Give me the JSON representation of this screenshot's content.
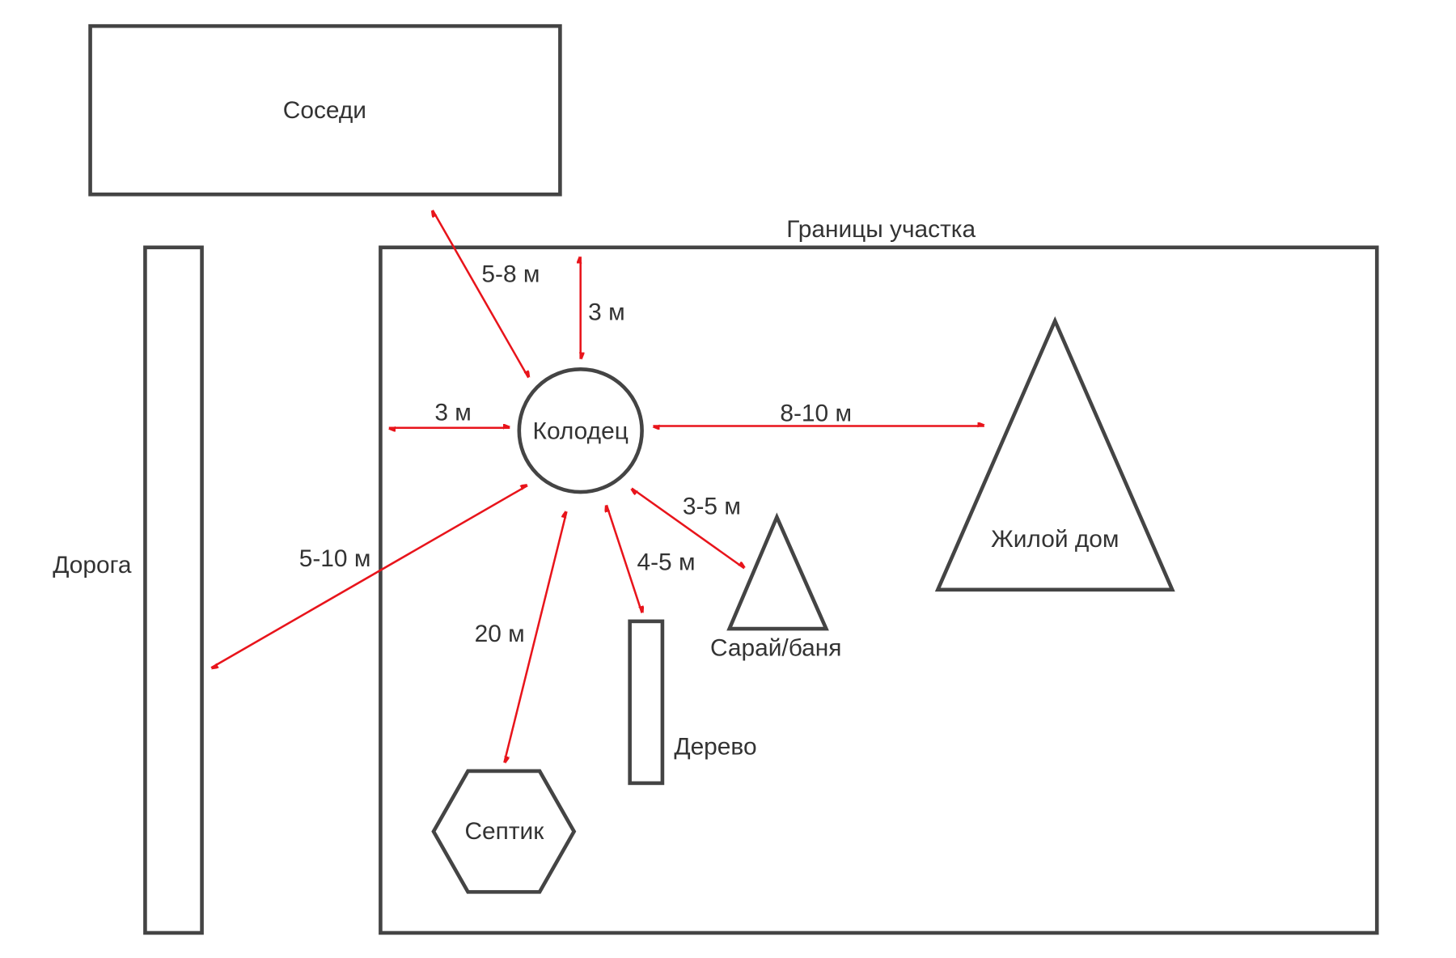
{
  "title": "Схема размещения колодца",
  "objects": {
    "neighbors": "Соседи",
    "plot_bounds": "Границы участка",
    "road": "Дорога",
    "well": "Колодец",
    "house": "Жилой дом",
    "shed": "Сарай/баня",
    "tree": "Дерево",
    "septic": "Септик"
  },
  "distances": {
    "neighbors": "5-8 м",
    "plot_top": "3 м",
    "plot_left": "3 м",
    "house": "8-10 м",
    "shed": "3-5 м",
    "tree": "4-5 м",
    "road": "5-10 м",
    "septic": "20 м"
  },
  "colors": {
    "arrow": "#e8141b",
    "outline": "#444444"
  }
}
